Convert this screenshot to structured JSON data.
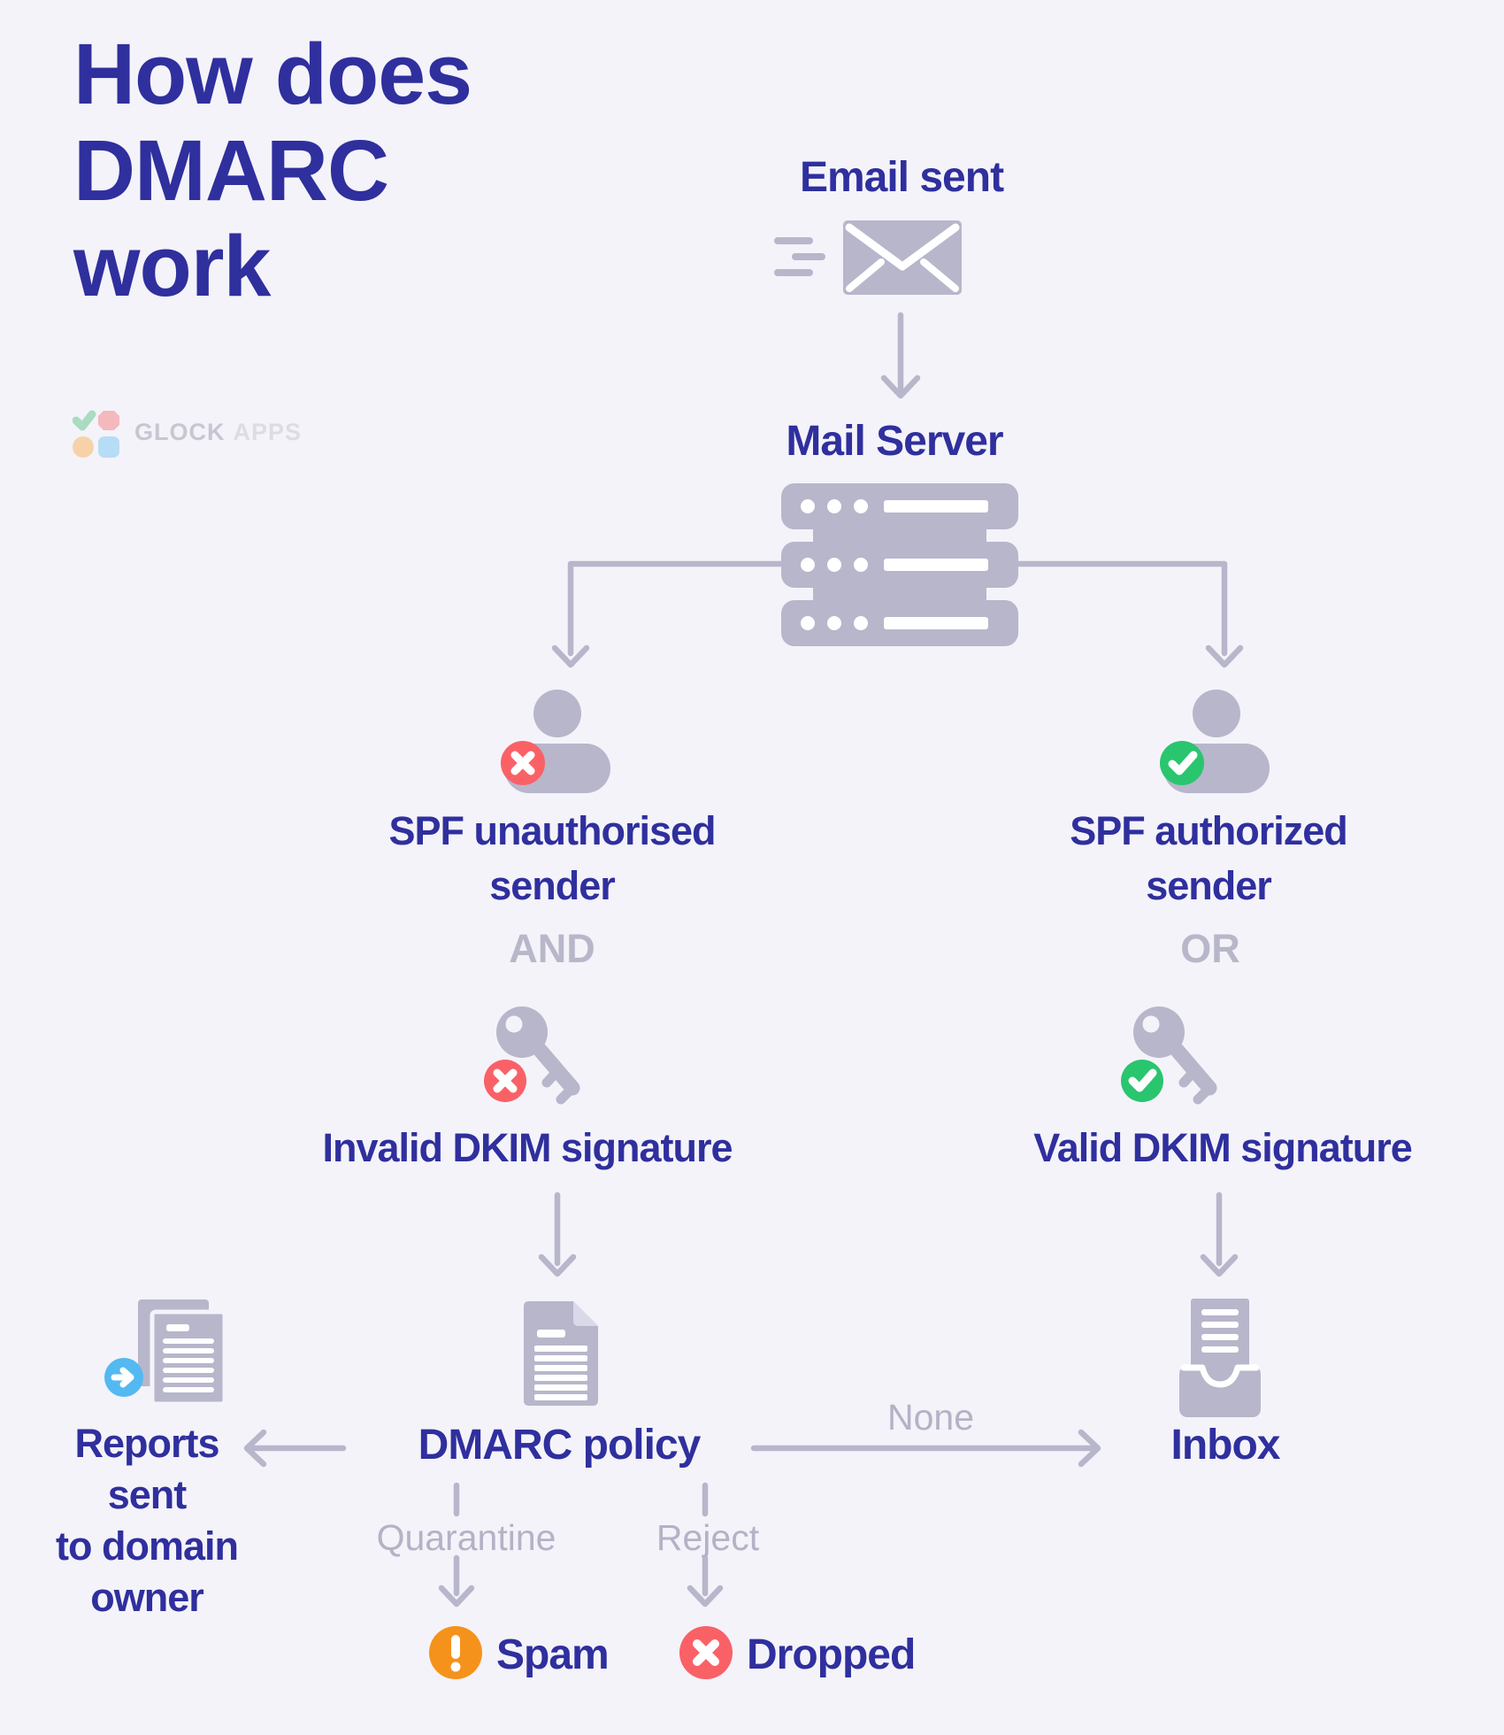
{
  "title": {
    "line1": "How does",
    "line2": "DMARC",
    "line3": "work"
  },
  "logo": {
    "brand_bold": "GLOCK",
    "brand_light": "APPS"
  },
  "colors": {
    "background": "#f4f3f9",
    "heading_blue": "#2f2f9e",
    "icon_gray": "#b7b6cb",
    "muted_gray": "#b3b2c6",
    "error_red": "#f96167",
    "success_green": "#2ac56f",
    "warning_orange": "#f5921c",
    "info_blue": "#54b9f1"
  },
  "flow": {
    "email_sent": "Email sent",
    "mail_server": "Mail Server",
    "spf_unauthorised": {
      "line1": "SPF unauthorised",
      "line2": "sender"
    },
    "spf_authorized": {
      "line1": "SPF authorized",
      "line2": "sender"
    },
    "and_connector": "AND",
    "or_connector": "OR",
    "invalid_dkim": "Invalid DKIM signature",
    "valid_dkim": "Valid DKIM signature",
    "dmarc_policy": "DMARC policy",
    "reports": {
      "line1": "Reports",
      "line2": "sent",
      "line3": "to domain",
      "line4": "owner"
    },
    "inbox": "Inbox",
    "edge_none": "None",
    "edge_quarantine": "Quarantine",
    "edge_reject": "Reject",
    "spam": "Spam",
    "dropped": "Dropped"
  }
}
